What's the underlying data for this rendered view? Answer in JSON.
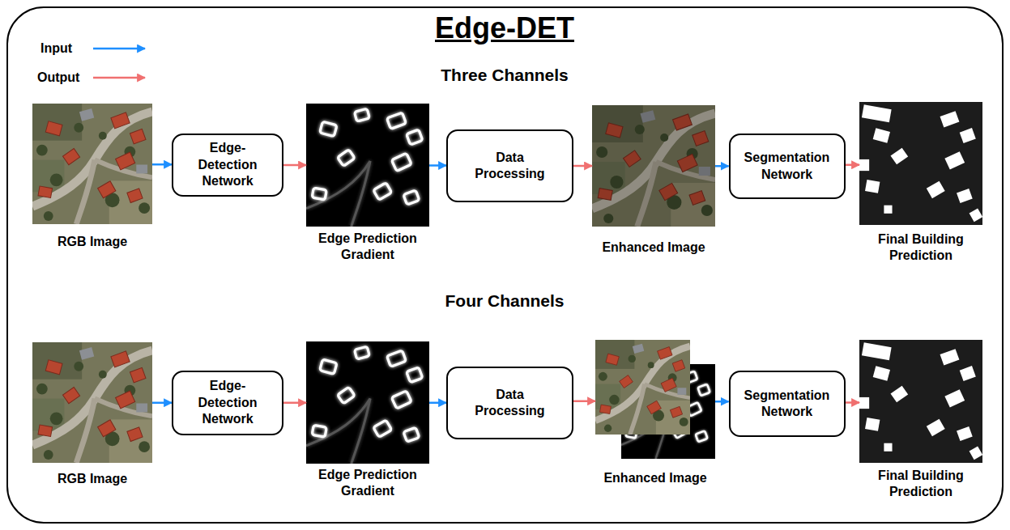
{
  "diagram": {
    "title": "Edge-DET",
    "nodes": [
      {
        "text": [
          "RGB Image"
        ]
      },
      {
        "text": [
          "Edge- Detection Network"
        ]
      },
      {
        "text": [
          "Edge Prediction Gradient"
        ]
      },
      {
        "text": [
          "Data Processing"
        ]
      },
      {
        "text": [
          "Enhanced Image"
        ]
      },
      {
        "text": [
          "Segmentation Network"
        ]
      },
      {
        "text": [
          "Final Building Prediction"
        ]
      },
      {
        "text": [
          "RGB Image"
        ]
      },
      {
        "text": [
          "Edge- Detection Network"
        ]
      },
      {
        "text": [
          "Edge Prediction Gradient"
        ]
      },
      {
        "text": [
          "Data Processing"
        ]
      },
      {
        "text": [
          "Enhanced Image"
        ]
      },
      {
        "text": [
          "Segmentation Network"
        ]
      },
      {
        "text": [
          "Final Building Prediction"
        ]
      }
    ],
    "edges": [
      {
        "from": 0,
        "to": 1,
        "arrow": "to"
      },
      {
        "from": 1,
        "to": 2,
        "arrow": "to"
      },
      {
        "from": 2,
        "to": 3,
        "arrow": "to"
      },
      {
        "from": 3,
        "to": 4,
        "arrow": "to"
      },
      {
        "from": 4,
        "to": 5,
        "arrow": "to"
      },
      {
        "from": 5,
        "to": 6,
        "arrow": "to"
      },
      {
        "from": 7,
        "to": 8,
        "arrow": "to"
      },
      {
        "from": 8,
        "to": 9,
        "arrow": "to"
      },
      {
        "from": 9,
        "to": 10,
        "arrow": "to"
      },
      {
        "from": 10,
        "to": 11,
        "arrow": "to"
      },
      {
        "from": 11,
        "to": 12,
        "arrow": "to"
      },
      {
        "from": 12,
        "to": 13,
        "arrow": "to"
      }
    ],
    "labels": [
      "Three Channels",
      "Four Channels"
    ],
    "legend": [
      {
        "text": "Input"
      },
      {
        "text": "Output"
      }
    ]
  }
}
